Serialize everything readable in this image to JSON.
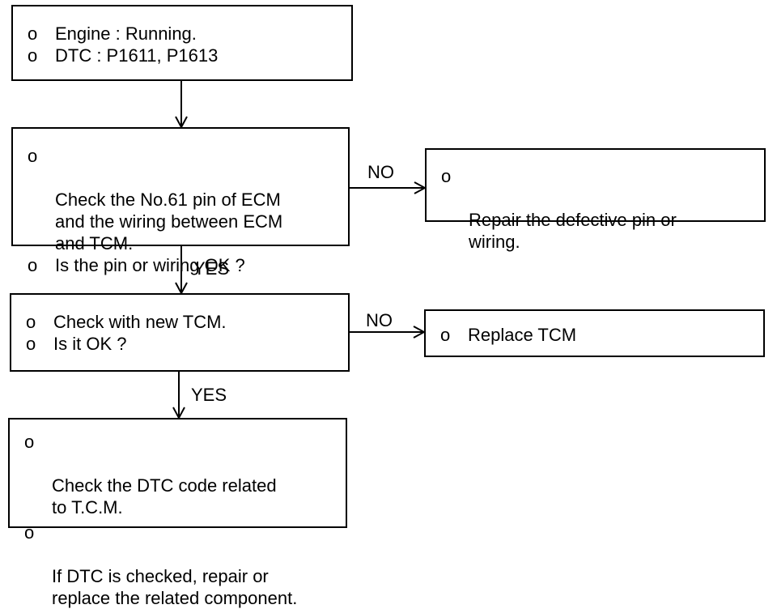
{
  "boxes": {
    "start": {
      "items": [
        "Engine : Running.",
        "DTC : P1611, P1613"
      ]
    },
    "check_pin": {
      "items": [
        "Check the No.61 pin of ECM\nand the wiring between ECM\nand TCM.",
        "Is the pin or wiring OK ?"
      ]
    },
    "repair": {
      "items": [
        "Repair the defective pin or\nwiring."
      ]
    },
    "check_tcm": {
      "items": [
        "Check with new TCM.",
        "Is it OK ?"
      ]
    },
    "replace": {
      "items": [
        "Replace TCM"
      ]
    },
    "final": {
      "items": [
        "Check the DTC code related\nto T.C.M.",
        "If DTC is checked, repair or\nreplace the related component."
      ]
    }
  },
  "bullet": "o",
  "labels": {
    "no_1": "NO",
    "yes_1": "YES",
    "no_2": "NO",
    "yes_2": "YES"
  }
}
